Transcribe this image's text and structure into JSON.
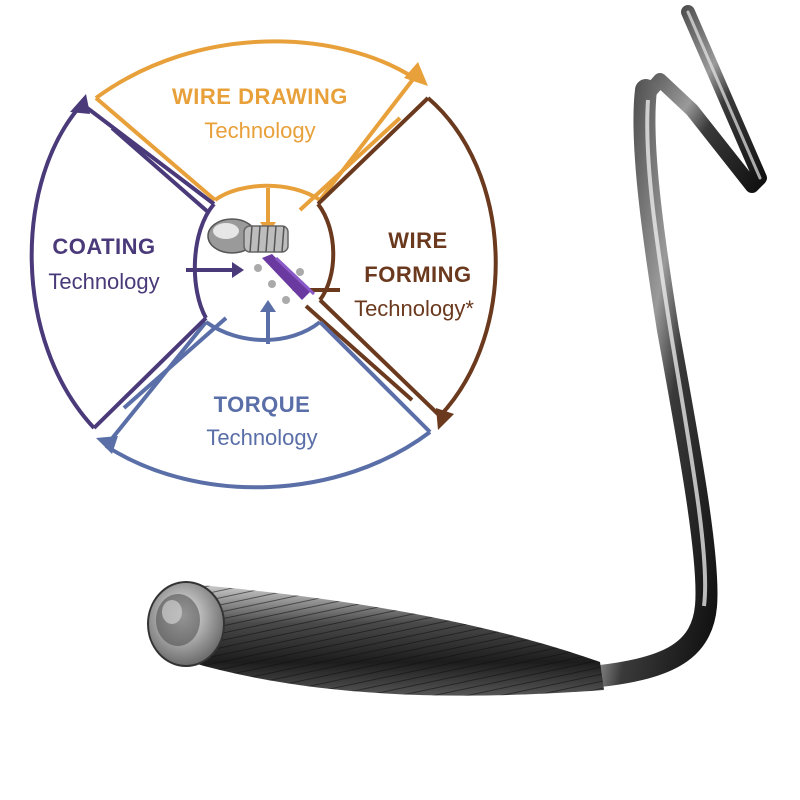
{
  "segments": {
    "wire_drawing": {
      "title": "WIRE DRAWING",
      "subtitle": "Technology",
      "color": "#E8A03A"
    },
    "wire_forming": {
      "title_line1": "WIRE",
      "title_line2": "FORMING",
      "subtitle": "Technology*",
      "color": "#6B3A1E"
    },
    "torque": {
      "title": "TORQUE",
      "subtitle": "Technology",
      "color": "#5A6EA8"
    },
    "coating": {
      "title": "COATING",
      "subtitle": "Technology",
      "color": "#4A3A7A"
    }
  },
  "illustration": {
    "center_icon": "guidewire-tip-cutaway-icon",
    "guidewire_image": "coiled-guidewire-illustration"
  }
}
